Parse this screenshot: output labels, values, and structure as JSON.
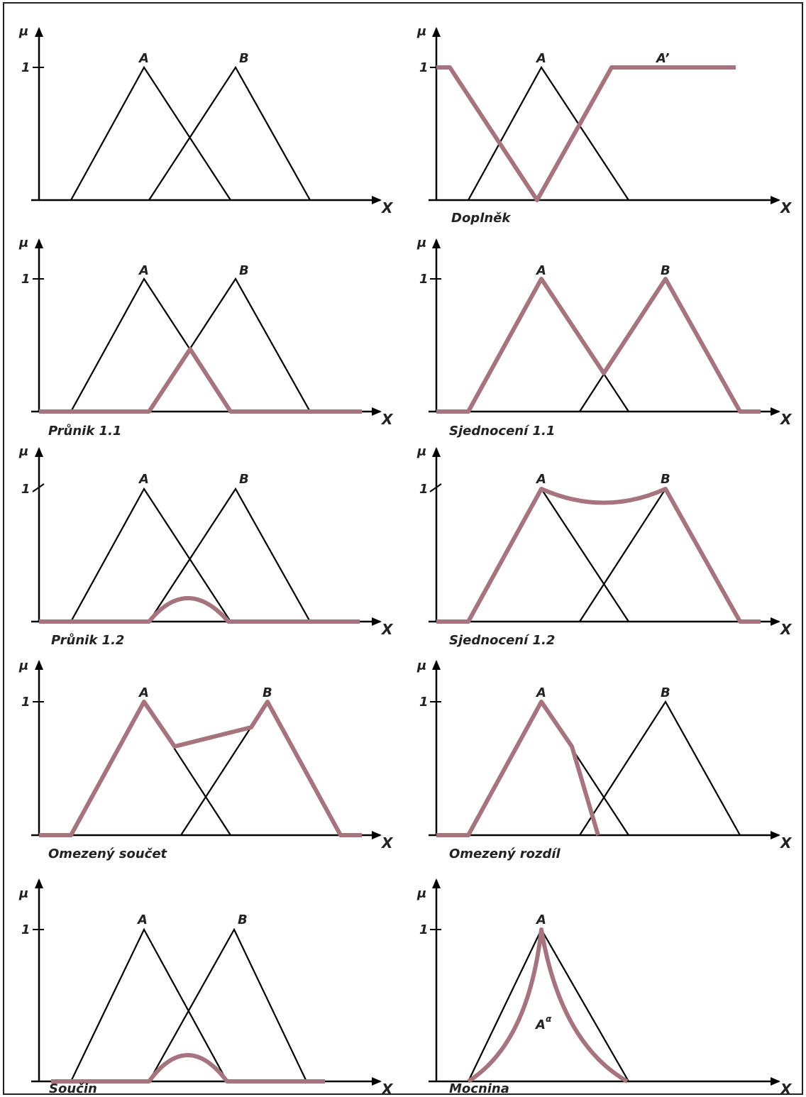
{
  "colors": {
    "result": "#a5747f",
    "outline": "#000000",
    "text": "#222222"
  },
  "axis": {
    "y_label": "μ",
    "x_label": "X",
    "one_label": "1"
  },
  "panels": [
    {
      "id": "p1",
      "caption": "",
      "label_a": "A",
      "label_b": "B",
      "label_result": "",
      "superscript": ""
    },
    {
      "id": "p2",
      "caption": "Doplněk",
      "label_a": "A",
      "label_b": "",
      "label_result": "A’",
      "superscript": ""
    },
    {
      "id": "p3",
      "caption": "Průnik 1.1",
      "label_a": "A",
      "label_b": "B",
      "label_result": "",
      "superscript": ""
    },
    {
      "id": "p4",
      "caption": "Sjednocení 1.1",
      "label_a": "A",
      "label_b": "B",
      "label_result": "",
      "superscript": ""
    },
    {
      "id": "p5",
      "caption": "Průnik 1.2",
      "label_a": "A",
      "label_b": "B",
      "label_result": "",
      "superscript": ""
    },
    {
      "id": "p6",
      "caption": "Sjednocení 1.2",
      "label_a": "A",
      "label_b": "B",
      "label_result": "",
      "superscript": ""
    },
    {
      "id": "p7",
      "caption": "Omezený součet",
      "label_a": "A",
      "label_b": "B",
      "label_result": "",
      "superscript": ""
    },
    {
      "id": "p8",
      "caption": "Omezený rozdíl",
      "label_a": "A",
      "label_b": "B",
      "label_result": "",
      "superscript": ""
    },
    {
      "id": "p9",
      "caption": "Součin",
      "label_a": "A",
      "label_b": "B",
      "label_result": "",
      "superscript": ""
    },
    {
      "id": "p10",
      "caption": "Mocnina",
      "label_a": "A",
      "label_b": "",
      "label_result": "A",
      "superscript": "α"
    }
  ]
}
